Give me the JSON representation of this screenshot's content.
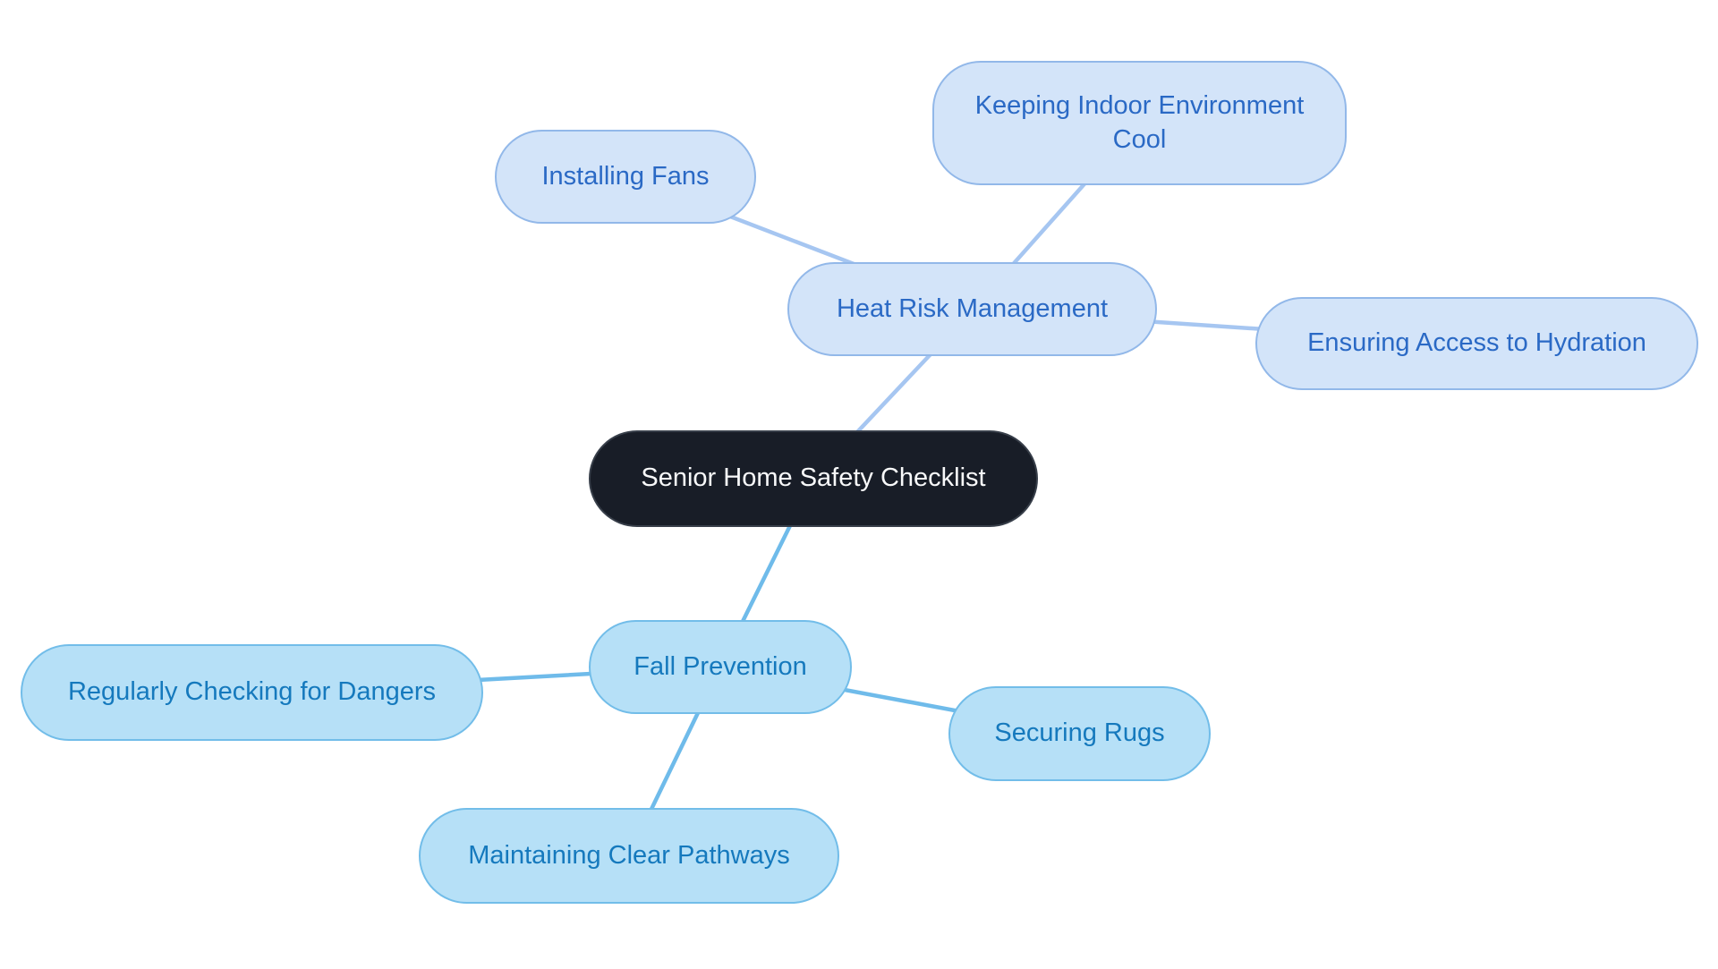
{
  "diagram": {
    "type": "mindmap",
    "root": {
      "label": "Senior Home Safety Checklist"
    },
    "branches": [
      {
        "label": "Heat Risk Management",
        "children": [
          "Installing Fans",
          "Keeping Indoor Environment Cool",
          "Ensuring Access to Hydration"
        ]
      },
      {
        "label": "Fall Prevention",
        "children": [
          "Regularly Checking for Dangers",
          "Securing Rugs",
          "Maintaining Clear Pathways"
        ]
      }
    ]
  },
  "palette": {
    "background": "#ffffff",
    "root_fill": "#181d27",
    "root_border": "#373e49",
    "root_text": "#f8f9fa",
    "heat_fill": "#d3e4f9",
    "heat_border": "#92b8e9",
    "heat_text": "#2a69c5",
    "heat_edge": "#a6c6f1",
    "fall_fill": "#b6e0f7",
    "fall_border": "#72bde9",
    "fall_text": "#1579bd",
    "fall_edge": "#6fbbea"
  }
}
